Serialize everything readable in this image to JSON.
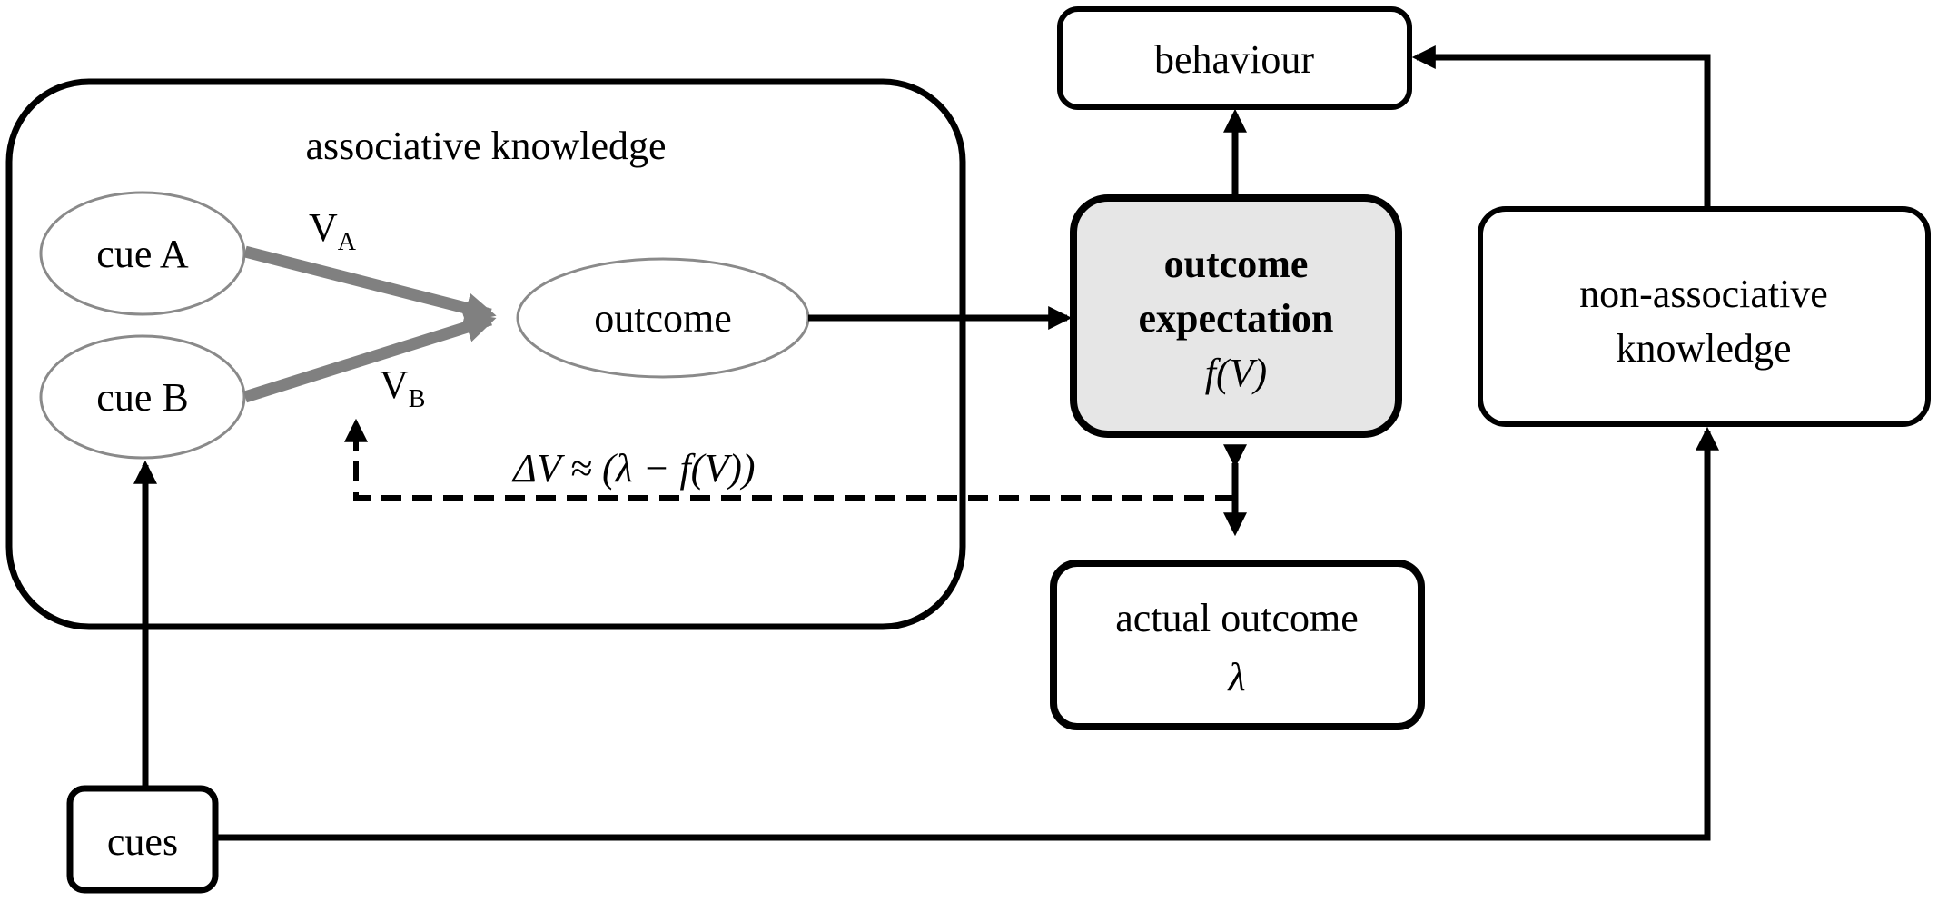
{
  "diagram": {
    "associative_box": {
      "title": "associative knowledge"
    },
    "cue_a": {
      "label": "cue A"
    },
    "cue_b": {
      "label": "cue B"
    },
    "outcome_node": {
      "label": "outcome"
    },
    "weight_a": {
      "base": "V",
      "sub": "A"
    },
    "weight_b": {
      "base": "V",
      "sub": "B"
    },
    "delta_formula": "ΔV ≈ (λ − f(V))",
    "behaviour": {
      "label": "behaviour"
    },
    "outcome_expectation": {
      "line1": "outcome",
      "line2": "expectation",
      "line3": "f(V)"
    },
    "non_associative": {
      "line1": "non-associative",
      "line2": "knowledge"
    },
    "actual_outcome": {
      "line1": "actual outcome",
      "line2": "λ"
    },
    "cues": {
      "label": "cues"
    },
    "colors": {
      "stroke": "#000000",
      "ellipse_stroke": "#8a8a8a",
      "weight_arrow": "#808080",
      "expectation_fill": "#e6e6e6"
    }
  }
}
